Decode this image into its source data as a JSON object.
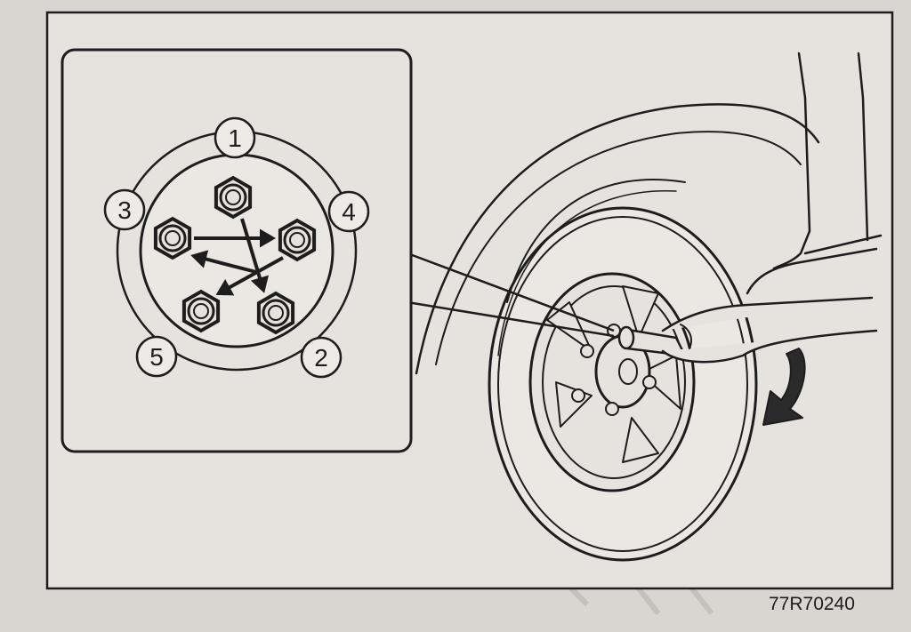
{
  "figure": {
    "code": "77R70240",
    "background": "#d9d6d2",
    "ink": "#1d1d1d"
  },
  "tightening_order": {
    "labels": [
      "1",
      "2",
      "3",
      "4",
      "5"
    ]
  }
}
